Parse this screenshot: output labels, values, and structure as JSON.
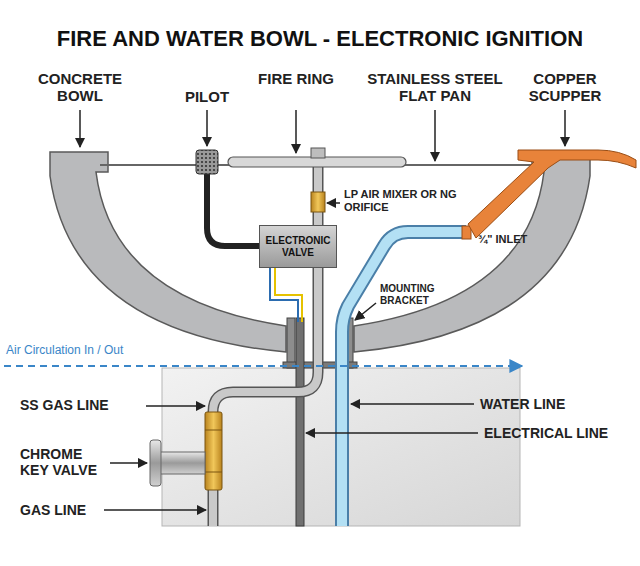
{
  "diagram": {
    "title": "FIRE AND WATER BOWL - ELECTRONIC IGNITION",
    "nodes": [
      {
        "text": [
          "ELECTRONIC VALVE"
        ]
      }
    ],
    "labels": [
      "CONCRETE BOWL",
      "PILOT",
      "FIRE RING",
      "STAINLESS STEEL FLAT PAN",
      "COPPER SCUPPER",
      "LP AIR MIXER OR NG ORIFICE",
      "¾\" INLET",
      "MOUNTING BRACKET",
      "Air Circulation In / Out",
      "SS GAS LINE",
      "WATER LINE",
      "ELECTRICAL LINE",
      "CHROME KEY VALVE",
      "GAS LINE"
    ]
  }
}
